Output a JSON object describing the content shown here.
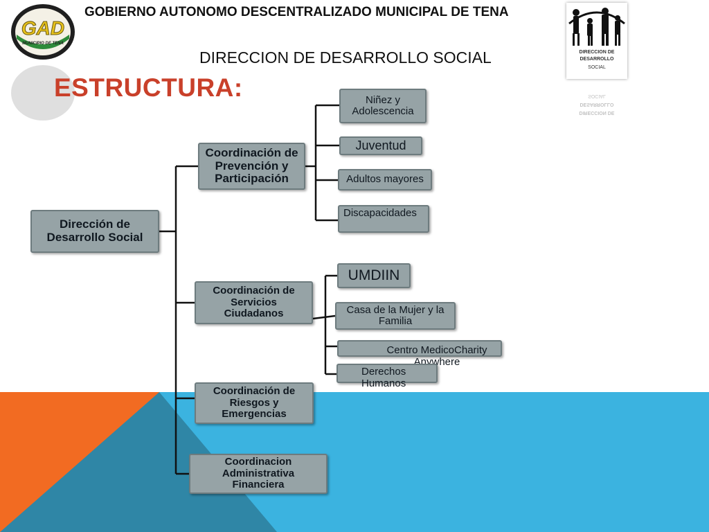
{
  "header": {
    "title": "GOBIERNO AUTONOMO DESCENTRALIZADO MUNICIPAL DE TENA",
    "subtitle": "DIRECCION DE DESARROLLO SOCIAL",
    "section_heading": "ESTRUCTURA:"
  },
  "logos": {
    "left_logo_text": "GAD",
    "left_logo_subtext": "MUNICIPIO DE TENA",
    "right_logo_lines": [
      "DIRECCION DE",
      "DESARROLLO",
      "SOCIAL"
    ]
  },
  "org_chart": {
    "root": "Dirección de Desarrollo Social",
    "coordinations": [
      {
        "label": "Coordinación de Prevención y Participación",
        "units": [
          "Niñez y Adolescencia",
          "Juventud",
          "Adultos mayores",
          "Discapacidades"
        ]
      },
      {
        "label": "Coordinación de Servicios Ciudadanos",
        "units": [
          "UMDIIN",
          "Casa de la Mujer y la Familia",
          "Centro MedicoCharity Anywhere",
          "Derechos Humanos"
        ]
      },
      {
        "label": "Coordinación de Riesgos y Emergencias",
        "units": []
      },
      {
        "label": "Coordinacion Administrativa Financiera",
        "units": []
      }
    ]
  },
  "colors": {
    "box_fill": "#96a3a6",
    "heading": "#c9402a",
    "footer_blue": "#3bb3e0",
    "footer_orange": "#f26b22"
  }
}
